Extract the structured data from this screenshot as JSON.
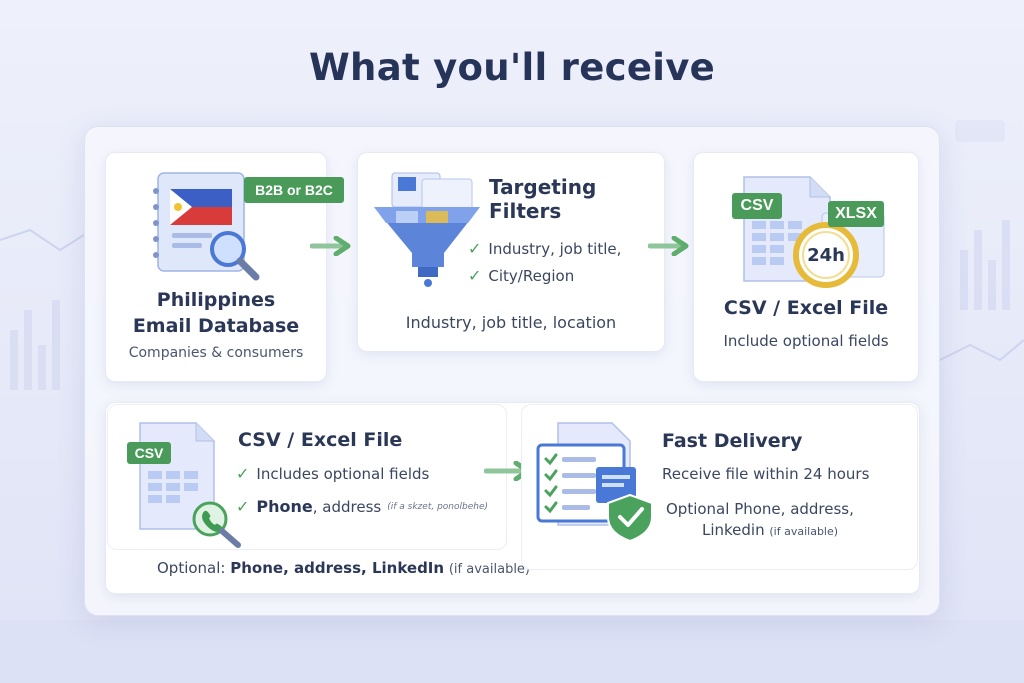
{
  "page": {
    "title": "What you'll receive"
  },
  "cards": {
    "database": {
      "badge": "B2B or B2C",
      "title_line1": "Philippines",
      "title_line2": "Email Database",
      "subtitle": "Companies & consumers"
    },
    "filters": {
      "title_line1": "Targeting",
      "title_line2": "Filters",
      "check1": "Industry, job title,",
      "check2": "City/Region",
      "subtitle": "Industry, job title, location"
    },
    "file_top": {
      "badge_csv": "CSV",
      "badge_xlsx": "XLSX",
      "clock_label": "24h",
      "title": "CSV / Excel File",
      "subtitle": "Include optional fields"
    },
    "file_bottom": {
      "badge_csv": "CSV",
      "title": "CSV / Excel File",
      "check1": "Includes optional fields",
      "check2_bold": "Phone",
      "check2_rest": ", address",
      "check2_small": "(if a skzet, ponolbehe)",
      "footer_prefix": "Optional: ",
      "footer_bold": "Phone, address, LinkedIn",
      "footer_small": "(if available)"
    },
    "delivery": {
      "title": "Fast Delivery",
      "line1": "Receive file within 24 hours",
      "line2": "Optional Phone, address,",
      "line3": "Linkedin",
      "line3_small": "(if available)"
    }
  },
  "colors": {
    "accent_green": "#4a9b5a",
    "title_navy": "#27345a",
    "icon_blue": "#4a78d6",
    "background": "#eef0fb"
  },
  "icons": [
    "philippines-flag-icon",
    "magnifier-icon",
    "funnel-icon",
    "document-icon",
    "clock-icon",
    "phone-icon",
    "checklist-icon",
    "shield-check-icon",
    "arrow-right-icon",
    "checkmark-icon"
  ]
}
